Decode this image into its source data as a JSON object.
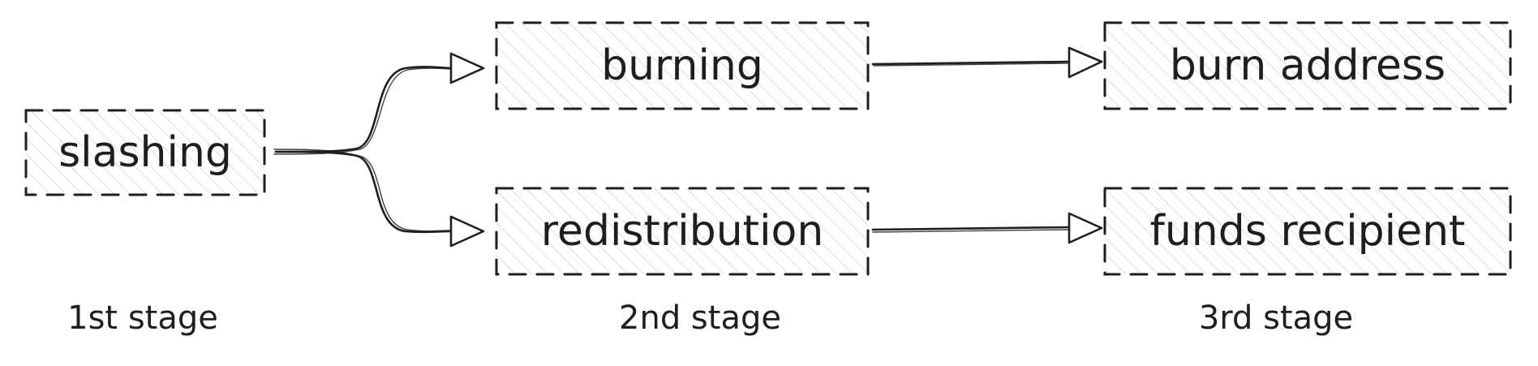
{
  "diagram": {
    "nodes": {
      "slashing": "slashing",
      "burning": "burning",
      "redistribution": "redistribution",
      "burn_address": "burn address",
      "funds_recipient": "funds recipient"
    },
    "stages": {
      "first": "1st stage",
      "second": "2nd stage",
      "third": "3rd stage"
    }
  },
  "colors": {
    "stroke": "#1e1e1e",
    "hatch": "#cfcfcf",
    "background": "#ffffff"
  }
}
